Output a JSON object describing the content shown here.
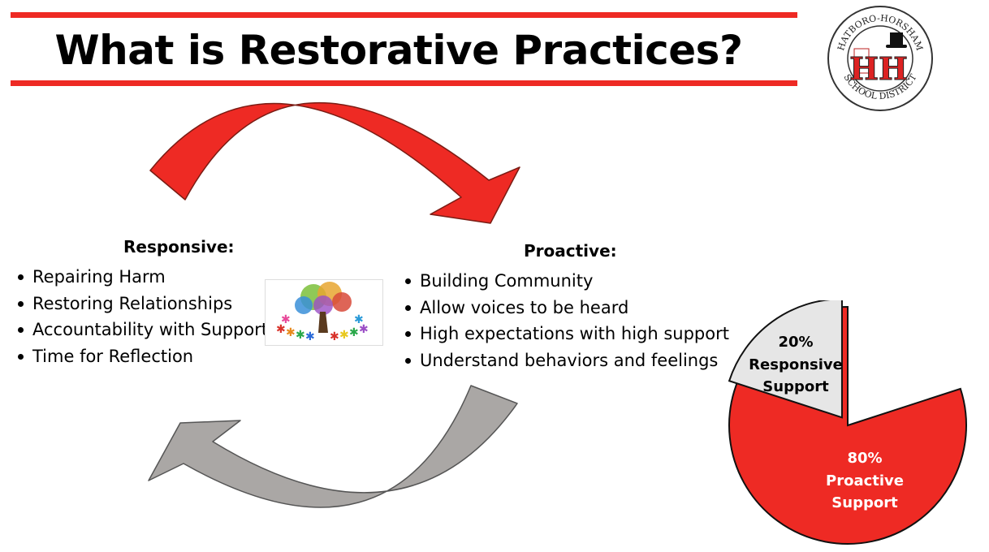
{
  "slide": {
    "title": "What is Restorative Practices?"
  },
  "logo": {
    "top_text": "HATBORO-HORSHAM",
    "bottom_text": "SCHOOL DISTRICT",
    "monogram": "HH"
  },
  "responsive": {
    "heading": "Responsive:",
    "items": [
      "Repairing Harm",
      "Restoring Relationships",
      "Accountability with Support",
      "Time for Reflection"
    ]
  },
  "proactive": {
    "heading": "Proactive:",
    "items": [
      "Building Community",
      "Allow voices to be heard",
      "High expectations with high support",
      "Understand behaviors and feelings"
    ]
  },
  "icons": {
    "top_arrow": "curved-arrow-red",
    "bottom_arrow": "curved-arrow-gray",
    "clipart": "tree-with-people-circle-image"
  },
  "colors": {
    "accent_red": "#ee2a24",
    "arrow_gray": "#aaa7a5",
    "pie_gray": "#e6e6e6"
  },
  "pie": {
    "slices": [
      {
        "percent_label": "20%",
        "line1": "Responsive",
        "line2": "Support",
        "value": 20,
        "color": "#e6e6e6"
      },
      {
        "percent_label": "80%",
        "line1": "Proactive",
        "line2": "Support",
        "value": 80,
        "color": "#ee2a24"
      }
    ]
  }
}
